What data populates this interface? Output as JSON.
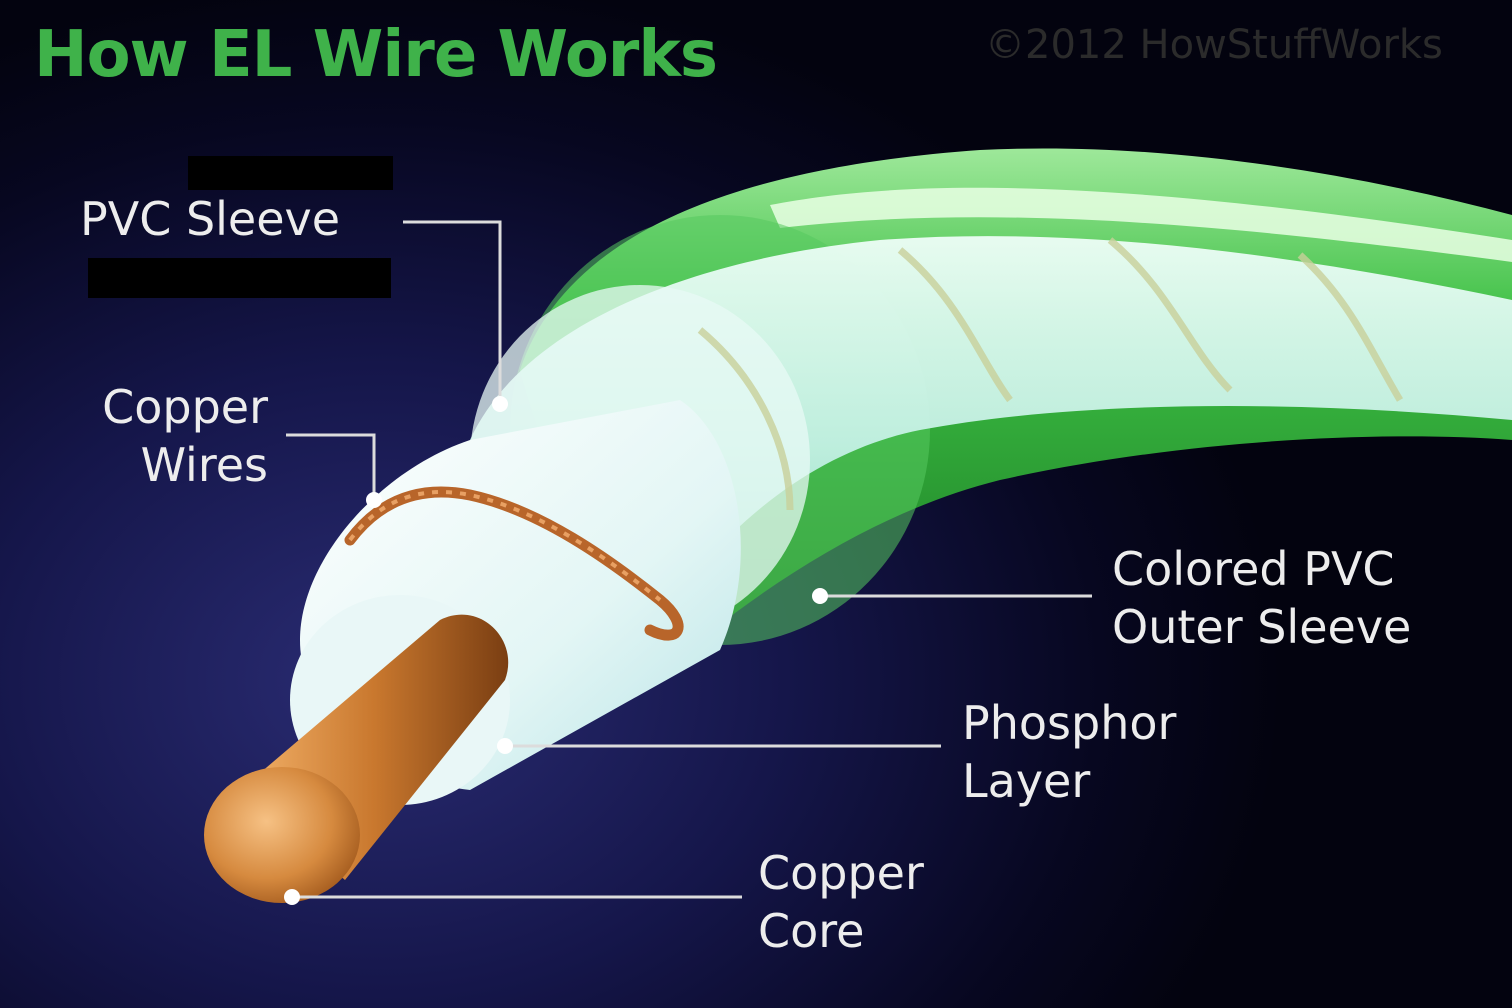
{
  "title": "How EL Wire Works",
  "watermark": "©2012 HowStuffWorks",
  "labels": {
    "pvc_sleeve": "PVC Sleeve",
    "copper_wires": [
      "Copper",
      "Wires"
    ],
    "colored_pvc": [
      "Colored PVC",
      "Outer Sleeve"
    ],
    "phosphor": [
      "Phosphor",
      "Layer"
    ],
    "copper_core": [
      "Copper",
      "Core"
    ]
  },
  "colors": {
    "title": "#3fb24a",
    "outer_sleeve": "#2faa3a",
    "copper": "#c9782e",
    "label_text": "#ededed",
    "background": "#15164a"
  }
}
